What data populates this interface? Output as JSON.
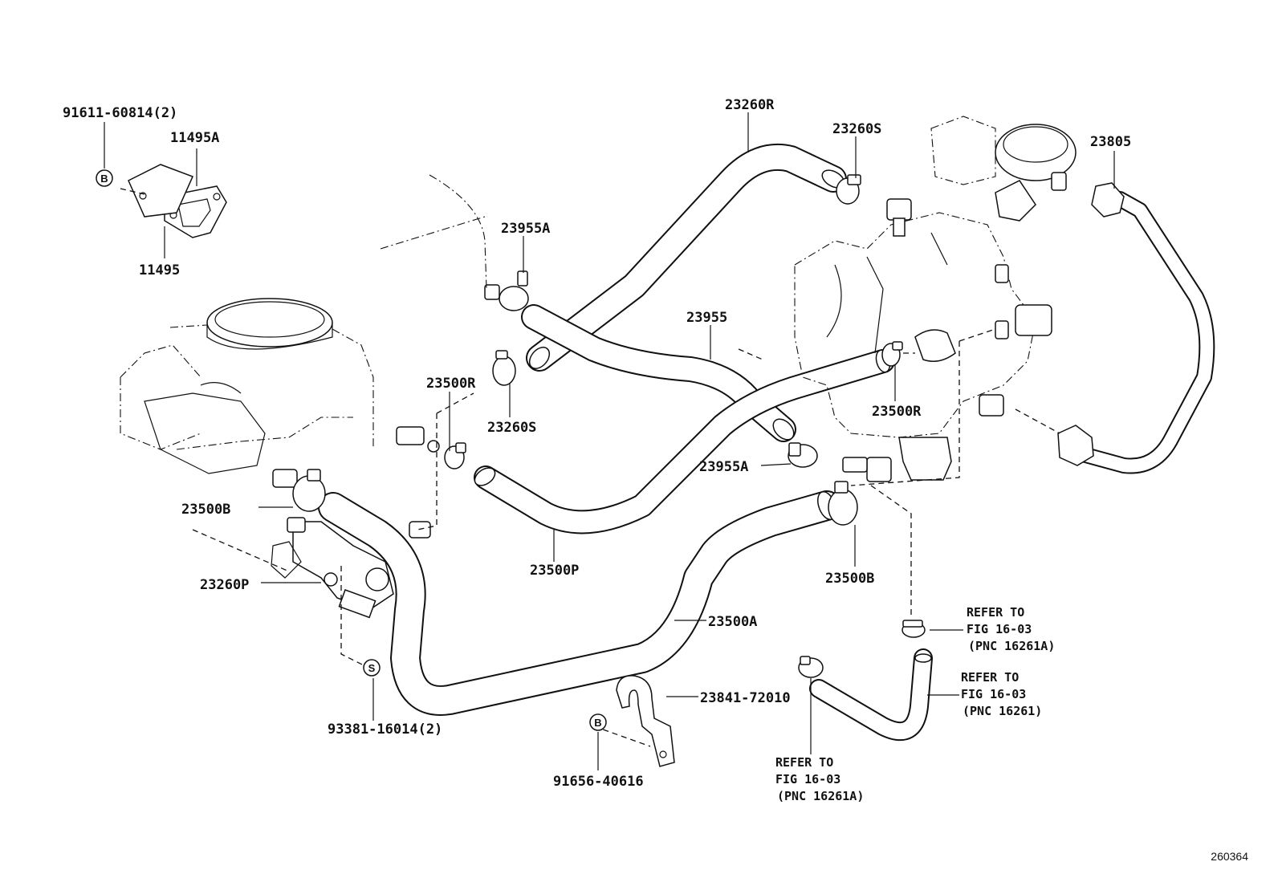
{
  "figure_id": "260364",
  "part_labels": {
    "p91611": "91611-60814(2)",
    "p11495A": "11495A",
    "p11495": "11495",
    "p23260R": "23260R",
    "p23260S_top": "23260S",
    "p23805": "23805",
    "p23955A_top": "23955A",
    "p23955": "23955",
    "p23500R_left": "23500R",
    "p23260S_mid": "23260S",
    "p23500R_right": "23500R",
    "p23955A_mid": "23955A",
    "p23500B_left": "23500B",
    "p23500P": "23500P",
    "p23500B_right": "23500B",
    "p23260P": "23260P",
    "p23500A": "23500A",
    "p23841": "23841-72010",
    "p93381": "93381-16014(2)",
    "p91656": "91656-40616"
  },
  "callout_symbols": {
    "bolt_top": "B",
    "stud": "S",
    "bolt_bottom": "B"
  },
  "references": {
    "ref1": {
      "line1": "REFER TO",
      "line2": "FIG 16-03",
      "line3": "(PNC 16261A)"
    },
    "ref2": {
      "line1": "REFER TO",
      "line2": "FIG 16-03",
      "line3": "(PNC 16261)"
    },
    "ref3": {
      "line1": "REFER TO",
      "line2": "FIG 16-03",
      "line3": "(PNC 16261A)"
    }
  }
}
